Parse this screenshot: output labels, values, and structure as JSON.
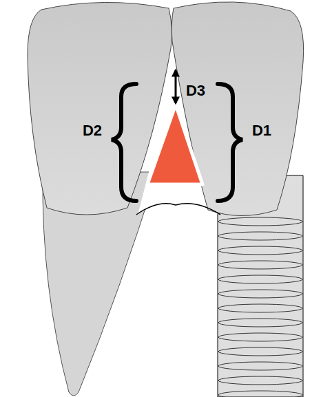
{
  "diagram": {
    "labels": [
      "D2",
      "D3",
      "D1"
    ]
  }
}
